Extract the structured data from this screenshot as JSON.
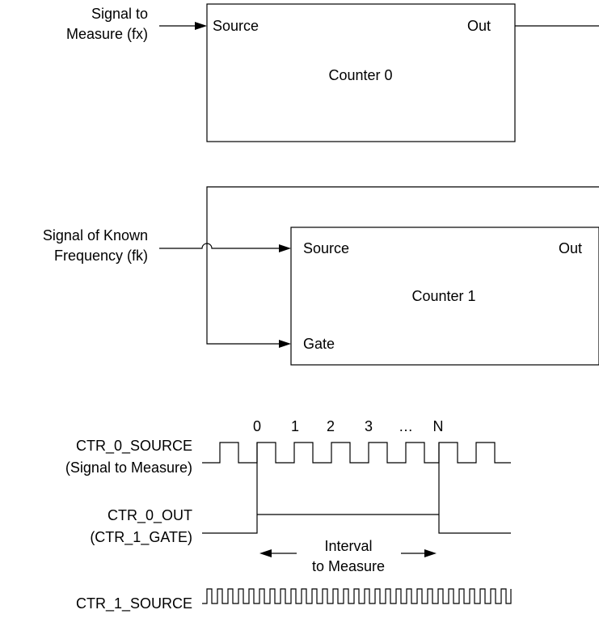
{
  "counter0": {
    "input_label_line1": "Signal to",
    "input_label_line2": "Measure (fx)",
    "source_pin": "Source",
    "out_pin": "Out",
    "name": "Counter 0"
  },
  "counter1": {
    "input_label_line1": "Signal of Known",
    "input_label_line2": "Frequency (fk)",
    "source_pin": "Source",
    "out_pin": "Out",
    "gate_pin": "Gate",
    "name": "Counter 1"
  },
  "timing": {
    "ctr0_source_line1": "CTR_0_SOURCE",
    "ctr0_source_line2": "(Signal to Measure)",
    "ctr0_out_line1": "CTR_0_OUT",
    "ctr0_out_line2": "(CTR_1_GATE)",
    "ctr1_source": "CTR_1_SOURCE",
    "count_labels": [
      "0",
      "1",
      "2",
      "3",
      "…",
      "N"
    ],
    "interval_line1": "Interval",
    "interval_line2": "to Measure"
  }
}
